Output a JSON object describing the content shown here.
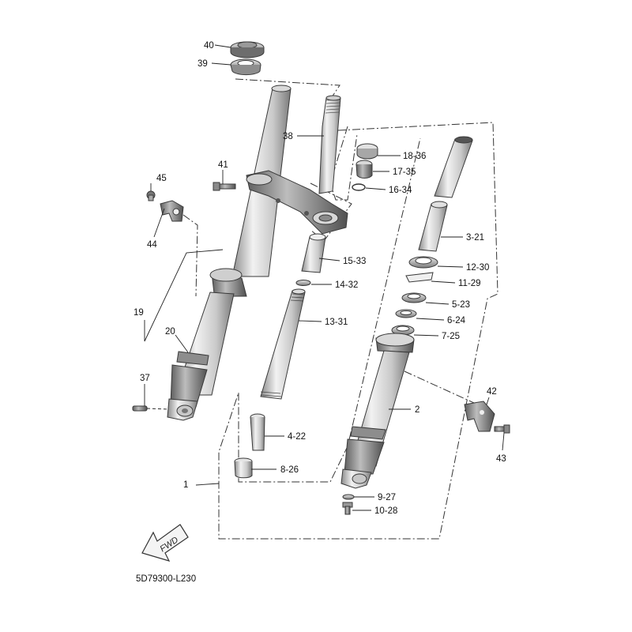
{
  "diagram": {
    "footer_code": "5D79300-L230",
    "fwd_label": "FWD",
    "parts": [
      {
        "id": "p40",
        "label": "40"
      },
      {
        "id": "p39",
        "label": "39"
      },
      {
        "id": "p38",
        "label": "38"
      },
      {
        "id": "p41",
        "label": "41"
      },
      {
        "id": "p45",
        "label": "45"
      },
      {
        "id": "p44",
        "label": "44"
      },
      {
        "id": "p19",
        "label": "19"
      },
      {
        "id": "p20",
        "label": "20"
      },
      {
        "id": "p37",
        "label": "37"
      },
      {
        "id": "p1",
        "label": "1"
      },
      {
        "id": "p18_36",
        "label": "18-36"
      },
      {
        "id": "p17_35",
        "label": "17-35"
      },
      {
        "id": "p16_34",
        "label": "16-34"
      },
      {
        "id": "p3_21",
        "label": "3-21"
      },
      {
        "id": "p15_33",
        "label": "15-33"
      },
      {
        "id": "p12_30",
        "label": "12-30"
      },
      {
        "id": "p14_32",
        "label": "14-32"
      },
      {
        "id": "p11_29",
        "label": "11-29"
      },
      {
        "id": "p5_23",
        "label": "5-23"
      },
      {
        "id": "p13_31",
        "label": "13-31"
      },
      {
        "id": "p6_24",
        "label": "6-24"
      },
      {
        "id": "p7_25",
        "label": "7-25"
      },
      {
        "id": "p2",
        "label": "2"
      },
      {
        "id": "p42",
        "label": "42"
      },
      {
        "id": "p43",
        "label": "43"
      },
      {
        "id": "p4_22",
        "label": "4-22"
      },
      {
        "id": "p8_26",
        "label": "8-26"
      },
      {
        "id": "p9_27",
        "label": "9-27"
      },
      {
        "id": "p10_28",
        "label": "10-28"
      }
    ]
  }
}
